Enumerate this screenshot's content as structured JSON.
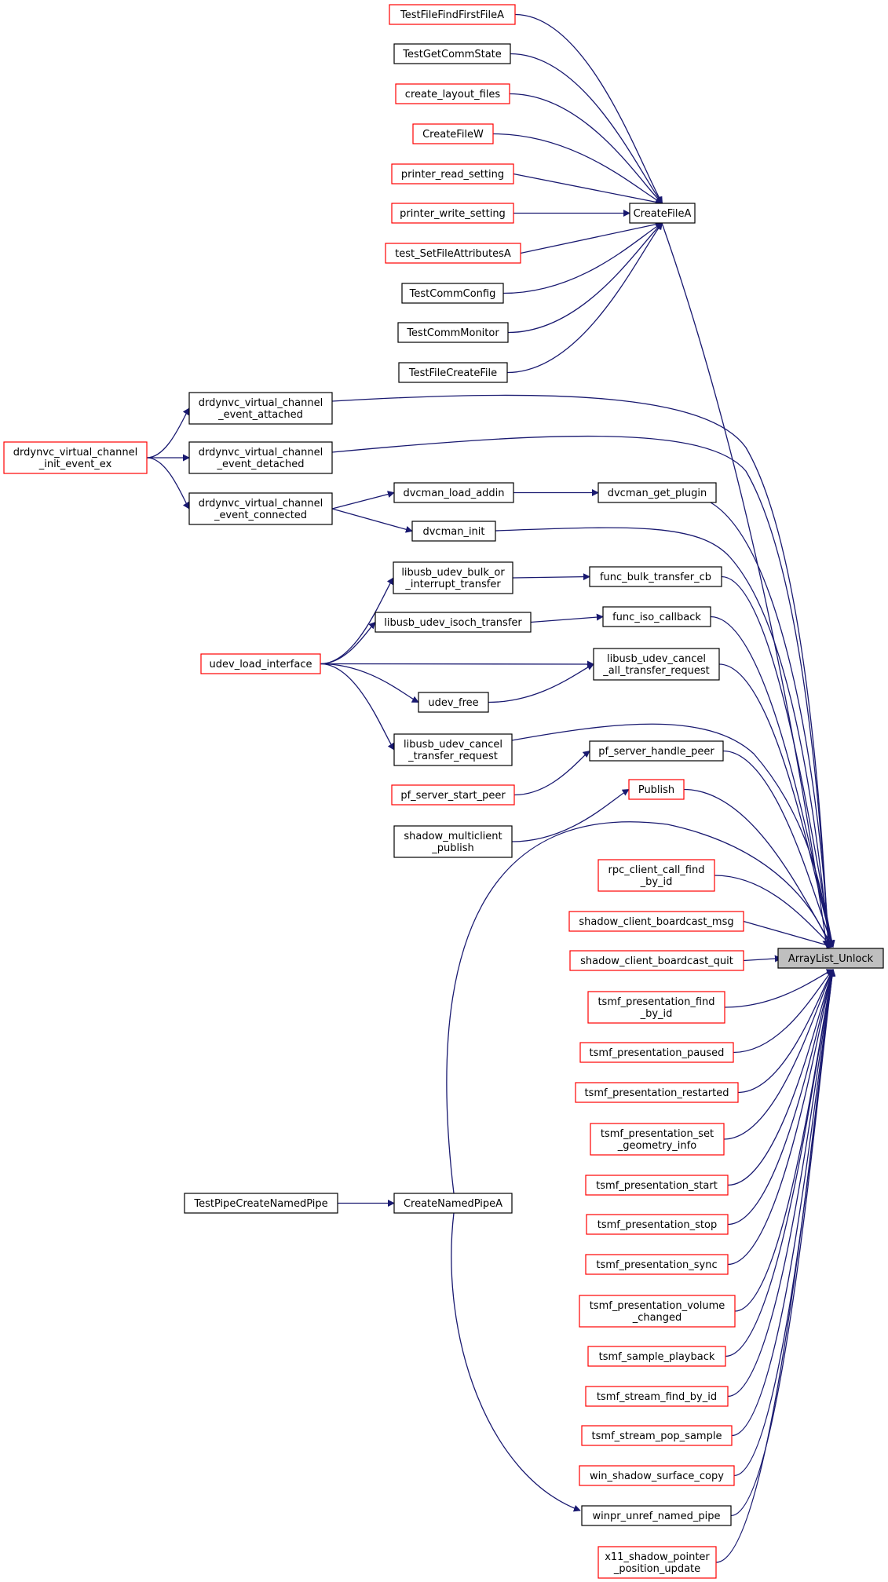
{
  "colors": {
    "edge": "#191970",
    "node_border": "#000000",
    "node_border_incomplete": "#ff0000",
    "root_fill": "#bfbfbf"
  },
  "nodes": {
    "arraylist_unlock": {
      "lines": [
        "ArrayList_Unlock"
      ],
      "style": "root"
    },
    "createfilea": {
      "lines": [
        "CreateFileA"
      ],
      "style": "black"
    },
    "testfilefindfirstfilea": {
      "lines": [
        "TestFileFindFirstFileA"
      ],
      "style": "red"
    },
    "testgetcommstate": {
      "lines": [
        "TestGetCommState"
      ],
      "style": "black"
    },
    "create_layout_files": {
      "lines": [
        "create_layout_files"
      ],
      "style": "red"
    },
    "createfilew": {
      "lines": [
        "CreateFileW"
      ],
      "style": "red"
    },
    "printer_read_setting": {
      "lines": [
        "printer_read_setting"
      ],
      "style": "red"
    },
    "printer_write_setting": {
      "lines": [
        "printer_write_setting"
      ],
      "style": "red"
    },
    "test_setfileattributesa": {
      "lines": [
        "test_SetFileAttributesA"
      ],
      "style": "red"
    },
    "testcommconfig": {
      "lines": [
        "TestCommConfig"
      ],
      "style": "black"
    },
    "testcommmonitor": {
      "lines": [
        "TestCommMonitor"
      ],
      "style": "black"
    },
    "testfilecreatefile": {
      "lines": [
        "TestFileCreateFile"
      ],
      "style": "black"
    },
    "drdynvc_attached": {
      "lines": [
        "drdynvc_virtual_channel",
        "_event_attached"
      ],
      "style": "black"
    },
    "drdynvc_detached": {
      "lines": [
        "drdynvc_virtual_channel",
        "_event_detached"
      ],
      "style": "black"
    },
    "drdynvc_connected": {
      "lines": [
        "drdynvc_virtual_channel",
        "_event_connected"
      ],
      "style": "black"
    },
    "drdynvc_init_ex": {
      "lines": [
        "drdynvc_virtual_channel",
        "_init_event_ex"
      ],
      "style": "red"
    },
    "dvcman_load_addin": {
      "lines": [
        "dvcman_load_addin"
      ],
      "style": "black"
    },
    "dvcman_get_plugin": {
      "lines": [
        "dvcman_get_plugin"
      ],
      "style": "black"
    },
    "dvcman_init": {
      "lines": [
        "dvcman_init"
      ],
      "style": "black"
    },
    "libusb_bulk": {
      "lines": [
        "libusb_udev_bulk_or",
        "_interrupt_transfer"
      ],
      "style": "black"
    },
    "func_bulk_transfer_cb": {
      "lines": [
        "func_bulk_transfer_cb"
      ],
      "style": "black"
    },
    "libusb_isoch": {
      "lines": [
        "libusb_udev_isoch_transfer"
      ],
      "style": "black"
    },
    "func_iso_callback": {
      "lines": [
        "func_iso_callback"
      ],
      "style": "black"
    },
    "udev_load_interface": {
      "lines": [
        "udev_load_interface"
      ],
      "style": "red"
    },
    "libusb_cancel_all": {
      "lines": [
        "libusb_udev_cancel",
        "_all_transfer_request"
      ],
      "style": "black"
    },
    "udev_free": {
      "lines": [
        "udev_free"
      ],
      "style": "black"
    },
    "libusb_cancel_transfer": {
      "lines": [
        "libusb_udev_cancel",
        "_transfer_request"
      ],
      "style": "black"
    },
    "pf_server_handle_peer": {
      "lines": [
        "pf_server_handle_peer"
      ],
      "style": "black"
    },
    "pf_server_start_peer": {
      "lines": [
        "pf_server_start_peer"
      ],
      "style": "red"
    },
    "publish": {
      "lines": [
        "Publish"
      ],
      "style": "red"
    },
    "shadow_multiclient_publish": {
      "lines": [
        "shadow_multiclient",
        "_publish"
      ],
      "style": "black"
    },
    "rpc_client_call_find": {
      "lines": [
        "rpc_client_call_find",
        "_by_id"
      ],
      "style": "red"
    },
    "shadow_client_boardcast_msg": {
      "lines": [
        "shadow_client_boardcast_msg"
      ],
      "style": "red"
    },
    "shadow_client_boardcast_quit": {
      "lines": [
        "shadow_client_boardcast_quit"
      ],
      "style": "red"
    },
    "tsmf_presentation_find": {
      "lines": [
        "tsmf_presentation_find",
        "_by_id"
      ],
      "style": "red"
    },
    "tsmf_presentation_paused": {
      "lines": [
        "tsmf_presentation_paused"
      ],
      "style": "red"
    },
    "tsmf_presentation_restarted": {
      "lines": [
        "tsmf_presentation_restarted"
      ],
      "style": "red"
    },
    "tsmf_presentation_set": {
      "lines": [
        "tsmf_presentation_set",
        "_geometry_info"
      ],
      "style": "red"
    },
    "tsmf_presentation_start": {
      "lines": [
        "tsmf_presentation_start"
      ],
      "style": "red"
    },
    "tsmf_presentation_stop": {
      "lines": [
        "tsmf_presentation_stop"
      ],
      "style": "red"
    },
    "tsmf_presentation_sync": {
      "lines": [
        "tsmf_presentation_sync"
      ],
      "style": "red"
    },
    "tsmf_presentation_volume": {
      "lines": [
        "tsmf_presentation_volume",
        "_changed"
      ],
      "style": "red"
    },
    "tsmf_sample_playback": {
      "lines": [
        "tsmf_sample_playback"
      ],
      "style": "red"
    },
    "tsmf_stream_find_by_id": {
      "lines": [
        "tsmf_stream_find_by_id"
      ],
      "style": "red"
    },
    "tsmf_stream_pop_sample": {
      "lines": [
        "tsmf_stream_pop_sample"
      ],
      "style": "red"
    },
    "win_shadow_surface_copy": {
      "lines": [
        "win_shadow_surface_copy"
      ],
      "style": "red"
    },
    "testpipecreatenamedpipe": {
      "lines": [
        "TestPipeCreateNamedPipe"
      ],
      "style": "black"
    },
    "createnamedpipea": {
      "lines": [
        "CreateNamedPipeA"
      ],
      "style": "black"
    },
    "winpr_unref_named_pipe": {
      "lines": [
        "winpr_unref_named_pipe"
      ],
      "style": "black"
    },
    "x11_shadow_pointer": {
      "lines": [
        "x11_shadow_pointer",
        "_position_update"
      ],
      "style": "red"
    }
  },
  "edges": [
    [
      "testfilefindfirstfilea",
      "createfilea"
    ],
    [
      "testgetcommstate",
      "createfilea"
    ],
    [
      "create_layout_files",
      "createfilea"
    ],
    [
      "createfilew",
      "createfilea"
    ],
    [
      "printer_read_setting",
      "createfilea"
    ],
    [
      "printer_write_setting",
      "createfilea"
    ],
    [
      "test_setfileattributesa",
      "createfilea"
    ],
    [
      "testcommconfig",
      "createfilea"
    ],
    [
      "testcommmonitor",
      "createfilea"
    ],
    [
      "testfilecreatefile",
      "createfilea"
    ],
    [
      "createfilea",
      "arraylist_unlock"
    ],
    [
      "drdynvc_init_ex",
      "drdynvc_attached"
    ],
    [
      "drdynvc_init_ex",
      "drdynvc_detached"
    ],
    [
      "drdynvc_init_ex",
      "drdynvc_connected"
    ],
    [
      "drdynvc_attached",
      "arraylist_unlock"
    ],
    [
      "drdynvc_detached",
      "arraylist_unlock"
    ],
    [
      "drdynvc_connected",
      "dvcman_load_addin"
    ],
    [
      "drdynvc_connected",
      "dvcman_init"
    ],
    [
      "dvcman_load_addin",
      "dvcman_get_plugin"
    ],
    [
      "dvcman_get_plugin",
      "arraylist_unlock"
    ],
    [
      "dvcman_init",
      "arraylist_unlock"
    ],
    [
      "udev_load_interface",
      "libusb_bulk"
    ],
    [
      "udev_load_interface",
      "libusb_isoch"
    ],
    [
      "udev_load_interface",
      "libusb_cancel_all"
    ],
    [
      "udev_load_interface",
      "udev_free"
    ],
    [
      "udev_load_interface",
      "libusb_cancel_transfer"
    ],
    [
      "libusb_bulk",
      "func_bulk_transfer_cb"
    ],
    [
      "libusb_isoch",
      "func_iso_callback"
    ],
    [
      "udev_free",
      "libusb_cancel_all"
    ],
    [
      "func_bulk_transfer_cb",
      "arraylist_unlock"
    ],
    [
      "func_iso_callback",
      "arraylist_unlock"
    ],
    [
      "libusb_cancel_all",
      "arraylist_unlock"
    ],
    [
      "libusb_cancel_transfer",
      "arraylist_unlock"
    ],
    [
      "pf_server_start_peer",
      "pf_server_handle_peer"
    ],
    [
      "pf_server_handle_peer",
      "arraylist_unlock"
    ],
    [
      "shadow_multiclient_publish",
      "publish"
    ],
    [
      "publish",
      "arraylist_unlock"
    ],
    [
      "rpc_client_call_find",
      "arraylist_unlock"
    ],
    [
      "shadow_client_boardcast_msg",
      "arraylist_unlock"
    ],
    [
      "shadow_client_boardcast_quit",
      "arraylist_unlock"
    ],
    [
      "tsmf_presentation_find",
      "arraylist_unlock"
    ],
    [
      "tsmf_presentation_paused",
      "arraylist_unlock"
    ],
    [
      "tsmf_presentation_restarted",
      "arraylist_unlock"
    ],
    [
      "tsmf_presentation_set",
      "arraylist_unlock"
    ],
    [
      "tsmf_presentation_start",
      "arraylist_unlock"
    ],
    [
      "tsmf_presentation_stop",
      "arraylist_unlock"
    ],
    [
      "tsmf_presentation_sync",
      "arraylist_unlock"
    ],
    [
      "tsmf_presentation_volume",
      "arraylist_unlock"
    ],
    [
      "tsmf_sample_playback",
      "arraylist_unlock"
    ],
    [
      "tsmf_stream_find_by_id",
      "arraylist_unlock"
    ],
    [
      "tsmf_stream_pop_sample",
      "arraylist_unlock"
    ],
    [
      "win_shadow_surface_copy",
      "arraylist_unlock"
    ],
    [
      "testpipecreatenamedpipe",
      "createnamedpipea"
    ],
    [
      "createnamedpipea",
      "arraylist_unlock"
    ],
    [
      "createnamedpipea",
      "winpr_unref_named_pipe"
    ],
    [
      "winpr_unref_named_pipe",
      "arraylist_unlock"
    ],
    [
      "x11_shadow_pointer",
      "arraylist_unlock"
    ]
  ]
}
